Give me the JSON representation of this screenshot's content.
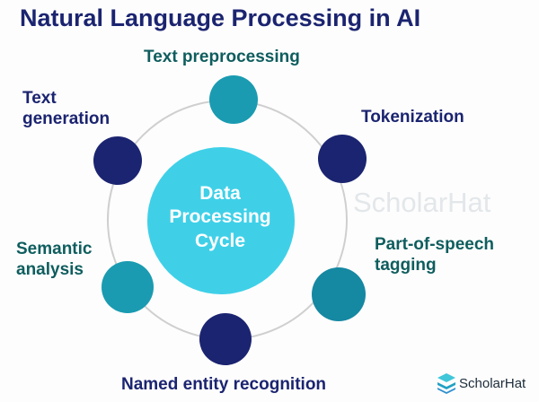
{
  "title": "Natural Language Processing in AI",
  "center": {
    "line1": "Data",
    "line2": "Processing",
    "line3": "Cycle"
  },
  "stages": [
    {
      "label": "Text preprocessing"
    },
    {
      "label": "Tokenization"
    },
    {
      "label_line1": "Part-of-speech",
      "label_line2": "tagging"
    },
    {
      "label": "Named entity recognition"
    },
    {
      "label_line1": "Semantic",
      "label_line2": "analysis"
    },
    {
      "label_line1": "Text",
      "label_line2": "generation"
    }
  ],
  "watermark": "ScholarHat",
  "logo_text": "ScholarHat",
  "colors": {
    "navy": "#1b2470",
    "teal": "#1b97ad",
    "center": "#3fd0e8",
    "ring": "#cfcfcf"
  }
}
